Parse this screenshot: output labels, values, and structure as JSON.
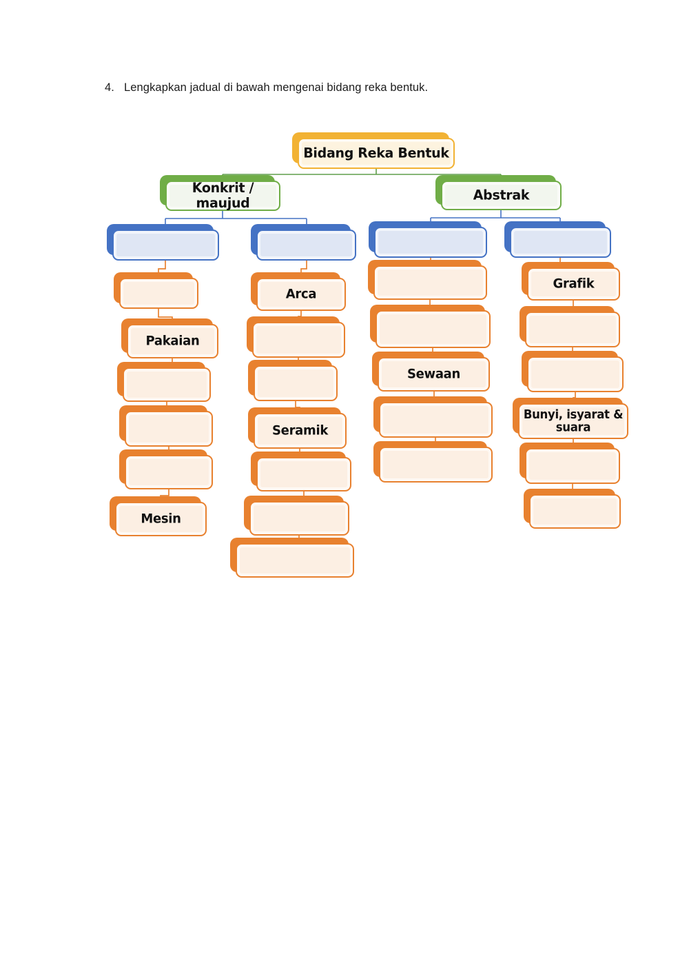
{
  "page": {
    "question_number": "4.",
    "heading": "Lengkapkan jadual di bawah mengenai bidang reka bentuk."
  },
  "diagram": {
    "root": "Bidang Reka Bentuk",
    "branches": [
      "Konkrit / maujud",
      "Abstrak"
    ],
    "category_boxes": [
      "",
      "",
      "",
      ""
    ],
    "columns": [
      {
        "boxes": [
          "",
          "Pakaian",
          "",
          "",
          "",
          "Mesin"
        ]
      },
      {
        "boxes": [
          "Arca",
          "",
          "",
          "Seramik",
          "",
          "",
          ""
        ]
      },
      {
        "boxes": [
          "",
          "",
          "Sewaan",
          "",
          ""
        ]
      },
      {
        "boxes": [
          "Grafik",
          "",
          "",
          "Bunyi, isyarat & suara",
          "",
          ""
        ]
      }
    ],
    "colors": {
      "root_accent": "#F2B233",
      "branch_accent": "#70AD47",
      "category_accent": "#4472C4",
      "item_accent": "#E8812F"
    }
  }
}
